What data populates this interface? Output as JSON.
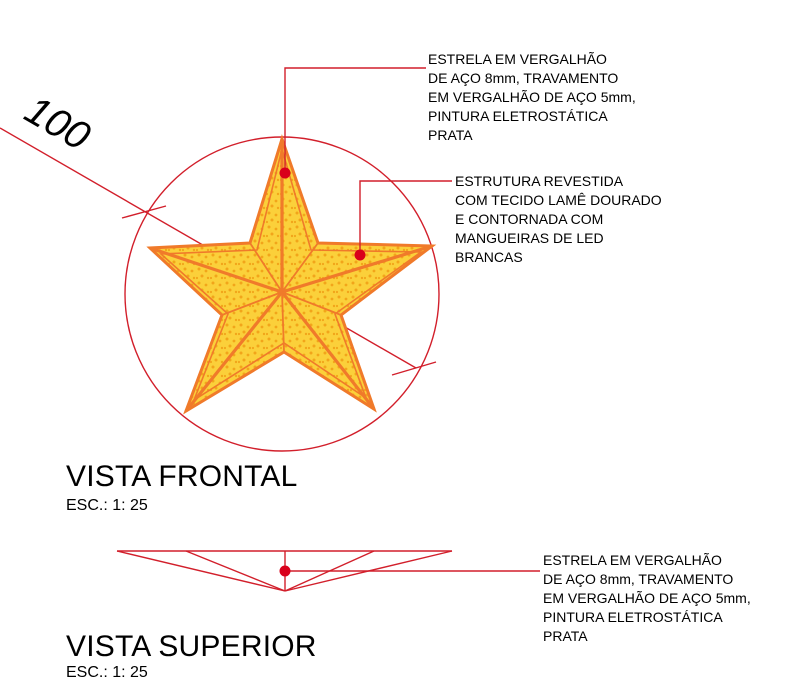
{
  "dimension": {
    "value": "100"
  },
  "front_view": {
    "title": "VISTA FRONTAL",
    "scale": "ESC.: 1: 25",
    "note_frame": [
      "ESTRELA EM VERGALHÃO",
      "DE AÇO 8mm, TRAVAMENTO",
      "EM VERGALHÃO DE AÇO 5mm,",
      "PINTURA ELETROSTÁTICA",
      "PRATA"
    ],
    "note_fabric": [
      "ESTRUTURA REVESTIDA",
      "COM TECIDO LAMÊ DOURADO",
      "E CONTORNADA COM",
      "MANGUEIRAS DE LED",
      "BRANCAS"
    ]
  },
  "top_view": {
    "title": "VISTA SUPERIOR",
    "scale": "ESC.: 1: 25",
    "note_frame": [
      "ESTRELA EM VERGALHÃO",
      "DE AÇO 8mm, TRAVAMENTO",
      "EM VERGALHÃO DE AÇO 5mm,",
      "PINTURA ELETROSTÁTICA",
      "PRATA"
    ]
  },
  "colors": {
    "line_red": "#d21f2b",
    "star_orange": "#f07a2a",
    "fabric_yellow": "#fbd03a",
    "fabric_dot": "#f2a51a",
    "leader_dot": "#d9001b"
  }
}
